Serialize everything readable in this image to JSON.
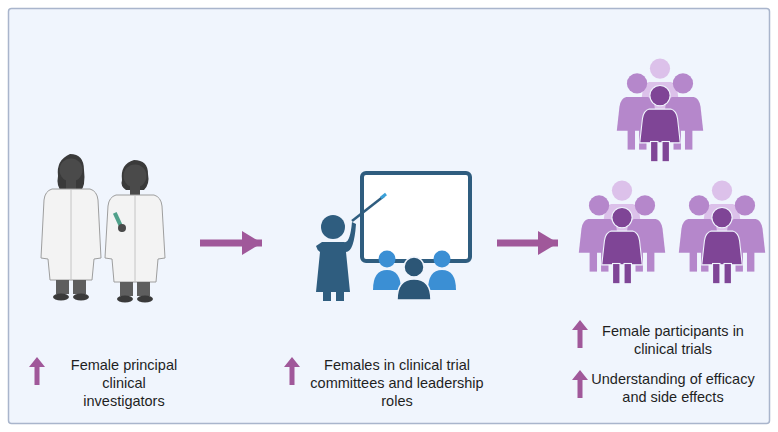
{
  "diagram": {
    "nodes": [
      {
        "text": [
          "Female principal clinical investigators"
        ]
      },
      {
        "text": [
          "Females in clinical trial committees and leadership roles"
        ]
      },
      {
        "text": [
          "Female participants in clinical trials",
          "Understanding of efficacy and side effects"
        ]
      }
    ],
    "edges": [
      {
        "from": 0,
        "to": 1,
        "arrow": "to"
      },
      {
        "from": 1,
        "to": 2,
        "arrow": "to"
      }
    ]
  }
}
